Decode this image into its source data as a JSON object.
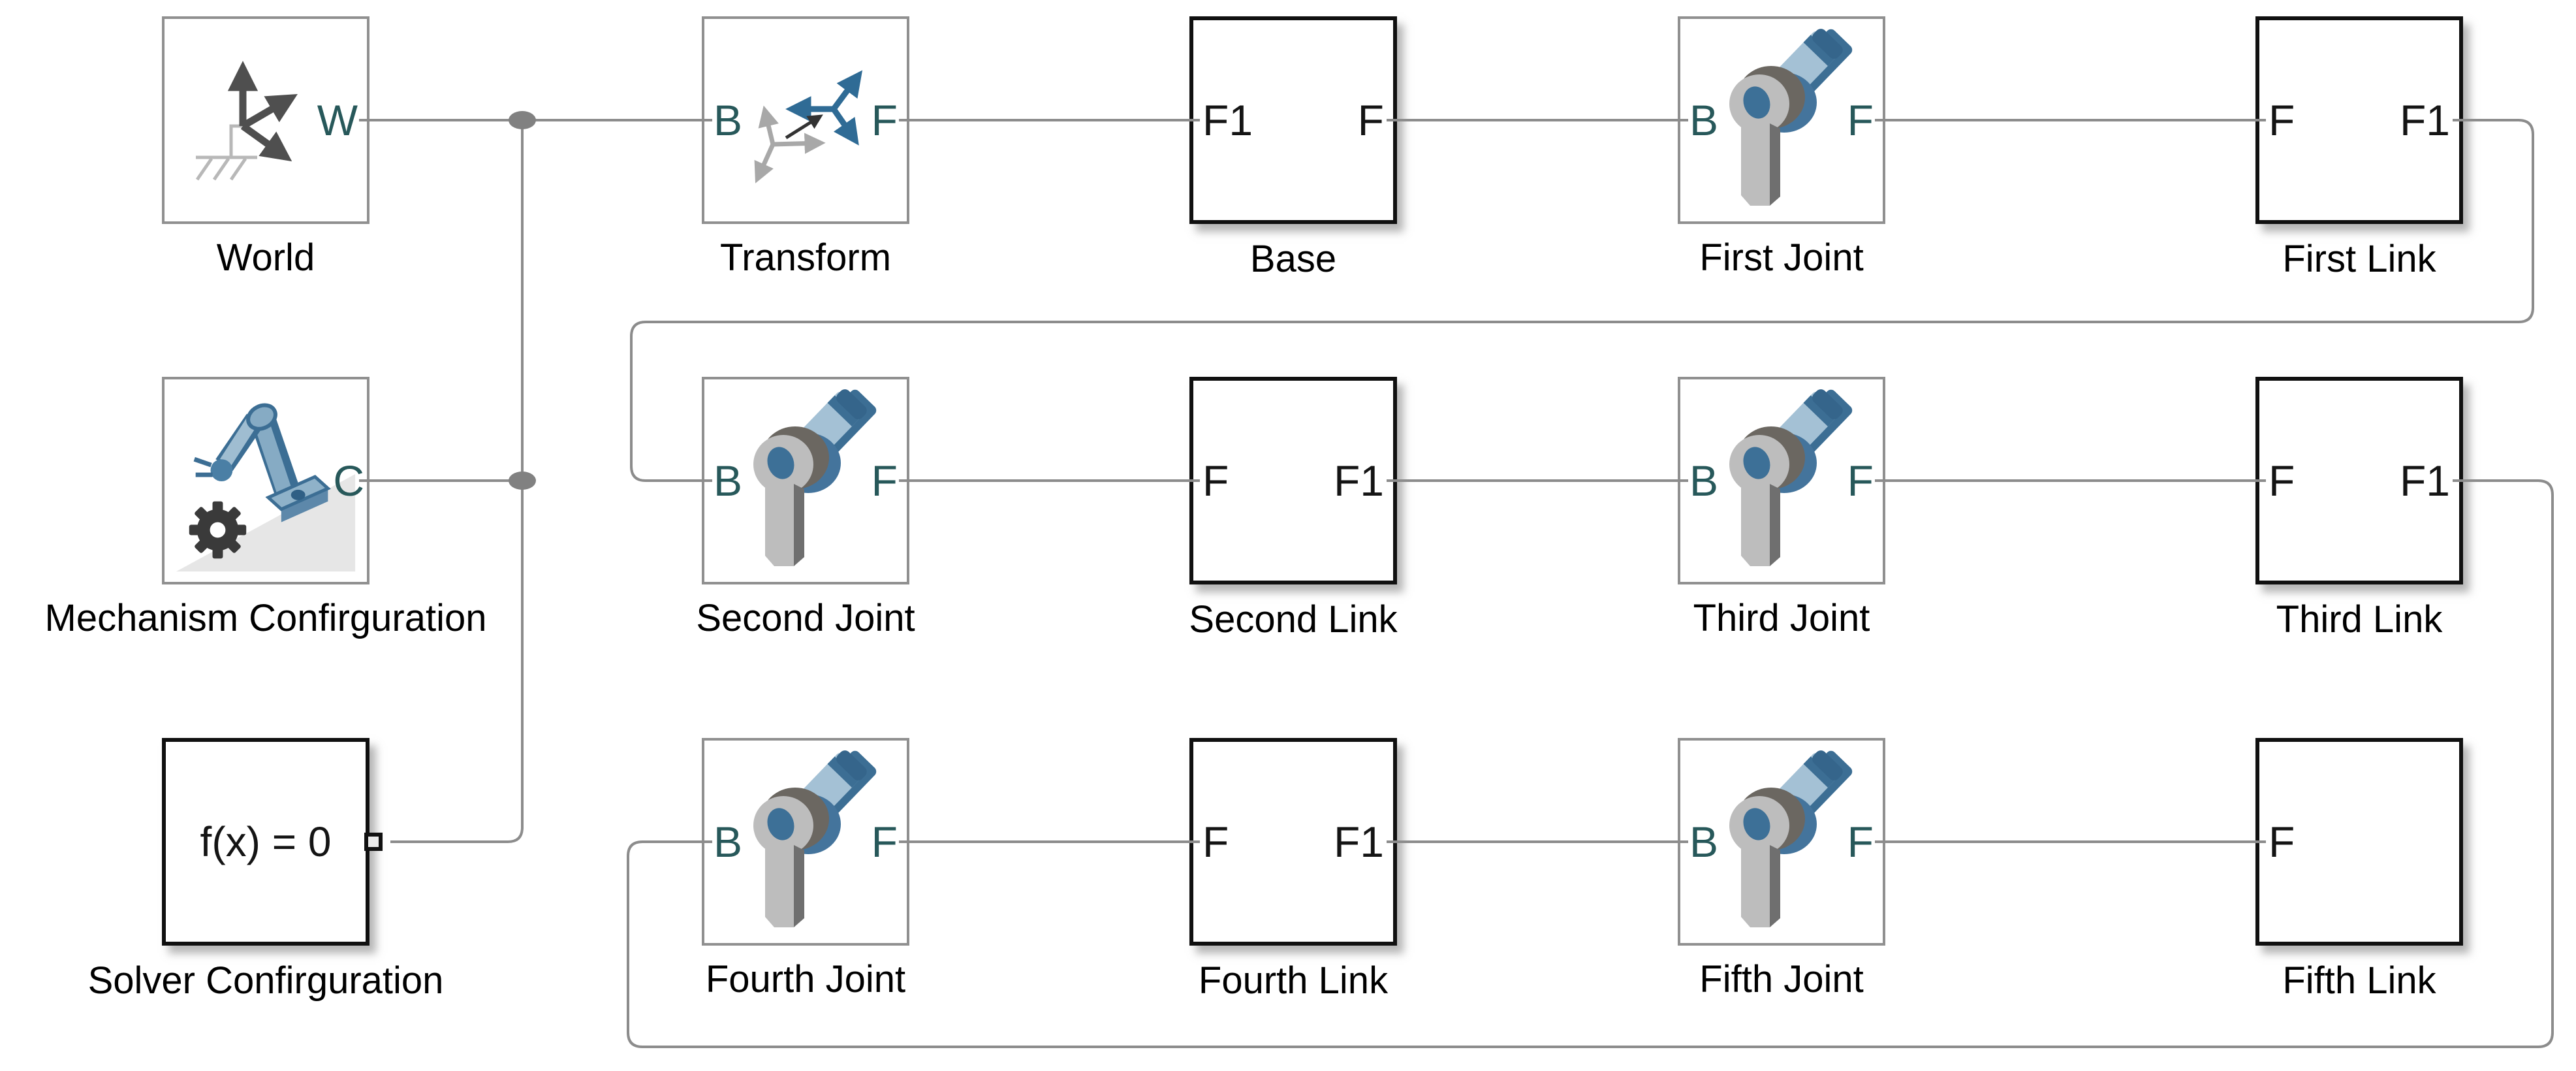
{
  "diagram": {
    "type": "simulink-simscape-multibody-model",
    "colors": {
      "background": "#ffffff",
      "wire": "#8c8c8c",
      "junction_dot": "#818181",
      "simscape_block_border": "#909090",
      "subsystem_block_border": "#101010",
      "physical_port_label": "#27585a",
      "subsystem_port_label": "#141414",
      "joint_blue_dark": "#3c6e94",
      "joint_blue_light": "#a4c1d5",
      "joint_gray": "#bdbdbd",
      "icon_dark_gray": "#4f4f4f"
    }
  },
  "blocks": {
    "world": {
      "label": "World",
      "ports": {
        "right": "W"
      }
    },
    "transform": {
      "label": "Transform",
      "ports": {
        "left": "B",
        "right": "F"
      }
    },
    "base": {
      "label": "Base",
      "ports": {
        "left": "F1",
        "right": "F"
      }
    },
    "first_joint": {
      "label": "First Joint",
      "ports": {
        "left": "B",
        "right": "F"
      }
    },
    "first_link": {
      "label": "First Link",
      "ports": {
        "left": "F",
        "right": "F1"
      }
    },
    "mechanism": {
      "label": "Mechanism Confirguration",
      "ports": {
        "right": "C"
      }
    },
    "second_joint": {
      "label": "Second Joint",
      "ports": {
        "left": "B",
        "right": "F"
      }
    },
    "second_link": {
      "label": "Second Link",
      "ports": {
        "left": "F",
        "right": "F1"
      }
    },
    "third_joint": {
      "label": "Third Joint",
      "ports": {
        "left": "B",
        "right": "F"
      }
    },
    "third_link": {
      "label": "Third Link",
      "ports": {
        "left": "F",
        "right": "F1"
      }
    },
    "solver": {
      "label": "Solver Confirguration",
      "equation": "f(x) = 0"
    },
    "fourth_joint": {
      "label": "Fourth Joint",
      "ports": {
        "left": "B",
        "right": "F"
      }
    },
    "fourth_link": {
      "label": "Fourth Link",
      "ports": {
        "left": "F",
        "right": "F1"
      }
    },
    "fifth_joint": {
      "label": "Fifth Joint",
      "ports": {
        "left": "B",
        "right": "F"
      }
    },
    "fifth_link": {
      "label": "Fifth Link",
      "ports": {
        "left": "F"
      }
    }
  }
}
